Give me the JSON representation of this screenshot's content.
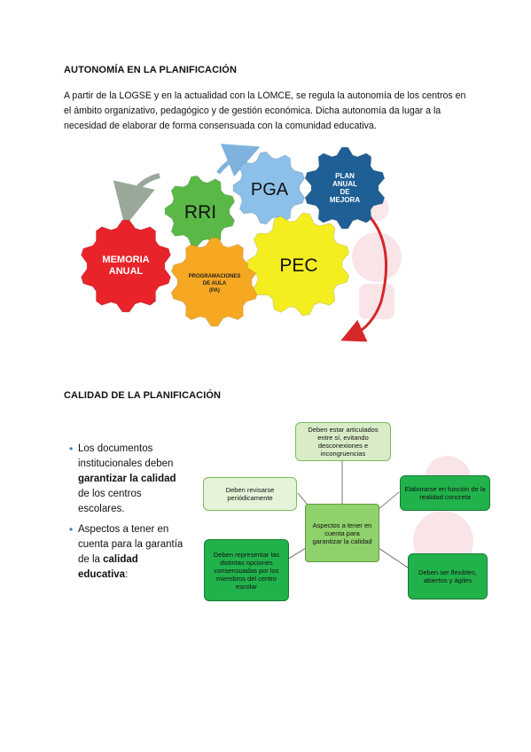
{
  "section1": {
    "title": "AUTONOMÍA EN LA PLANIFICACIÓN",
    "paragraph": "A partir de la LOGSE y en la actualidad con la LOMCE, se regula la autonomía de los centros en el ámbito organizativo, pedagógico y de gestión económica. Dicha autonomía da lugar a la necesidad de elaborar de forma consensuada con la comunidad educativa."
  },
  "gears": {
    "memoria_line1": "MEMORIA",
    "memoria_line2": "ANUAL",
    "rri": "RRI",
    "pga": "PGA",
    "plan_line1": "PLAN",
    "plan_line2": "ANUAL",
    "plan_line3": "DE",
    "plan_line4": "MEJORA",
    "prog_line1": "PROGRAMACIONES",
    "prog_line2": "DE AULA",
    "prog_line3": "(PA)",
    "pec": "PEC",
    "colors": {
      "red": "#e8232a",
      "green": "#5ab847",
      "blue": "#8cc0e8",
      "navy": "#1e5f95",
      "orange": "#f7a823",
      "yellow": "#f4ee21"
    }
  },
  "section2": {
    "title": "CALIDAD DE LA PLANIFICACIÓN",
    "bullet1_pre": "Los documentos institucionales deben ",
    "bullet1_bold": "garantizar la calidad",
    "bullet1_post": " de los centros escolares.",
    "bullet2_pre": "Aspectos a tener en cuenta para la garantía de la ",
    "bullet2_bold": "calidad educativa",
    "bullet2_post": ":"
  },
  "mindmap": {
    "center": "Aspectos a tener en cuenta para garantizar la calidad",
    "top": "Deben estar articulados entre sí, evitando desconexiones e incongruencias",
    "left_top": "Deben revisarse periódicamente",
    "right_top": "Elaborarse en función de la realidad concreta",
    "left_bottom": "Deben representar las distintas opciones consensuadas por los miembros del centro escolar",
    "right_bottom": "Deben ser flexibles, abiertos y ágiles",
    "colors": {
      "light": "#d9ecc8",
      "mid": "#8fd16b",
      "dark": "#22b24c"
    }
  }
}
